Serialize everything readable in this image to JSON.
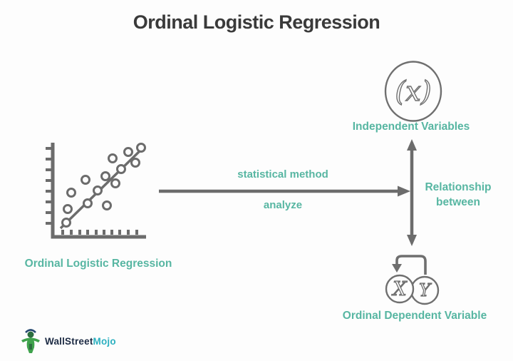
{
  "title": "Ordinal Logistic Regression",
  "colors": {
    "teal_text": "#57b6a2",
    "diagram_gray": "#6c6c6c",
    "title_color": "#3a3a3a",
    "logo_navy": "#1d2b44",
    "logo_mojo_teal": "#2cb0c0",
    "logo_green": "#3fa24c"
  },
  "scatter": {
    "label": "Ordinal Logistic Regression",
    "icon": "scatter-plot-regression-icon"
  },
  "flow": {
    "top_label": "statistical method",
    "bottom_label": "analyze"
  },
  "independent": {
    "label": "Independent Variables",
    "glyph": "(x)",
    "icon": "circled-x-icon"
  },
  "relationship": {
    "line1": "Relationship",
    "line2": "between"
  },
  "dependent": {
    "label": "Ordinal Dependent Variable",
    "glyph_x": "X",
    "glyph_y": "Y",
    "icon": "xy-mapping-icon"
  },
  "logo": {
    "part1": "WallStreet",
    "part2": "Mojo",
    "icon": "bull-icon"
  }
}
